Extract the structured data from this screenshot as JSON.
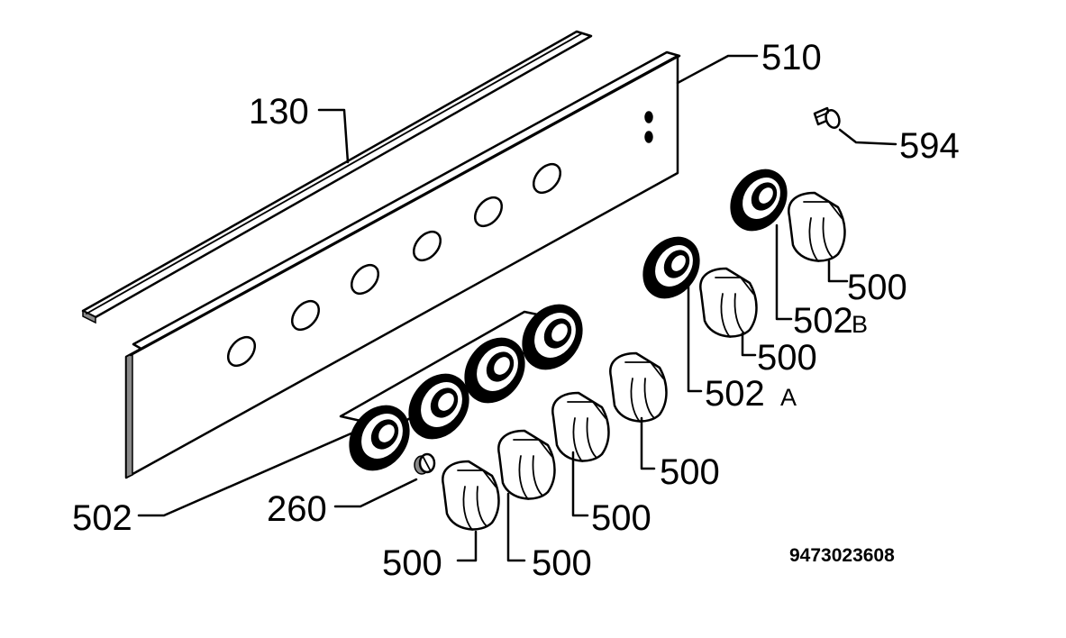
{
  "callouts": {
    "seal_strip": "130",
    "control_panel": "510",
    "screw": "594",
    "ring_502b": "502",
    "ring_502b_suffix": "B",
    "ring_502a": "502",
    "ring_502a_suffix": "A",
    "ring_set": "502",
    "spring": "260",
    "knob_a": "500",
    "knob_b": "500",
    "knob_c": "500",
    "knob_d": "500",
    "knob_e": "500",
    "knob_f": "500"
  },
  "document_number": "9473023608"
}
